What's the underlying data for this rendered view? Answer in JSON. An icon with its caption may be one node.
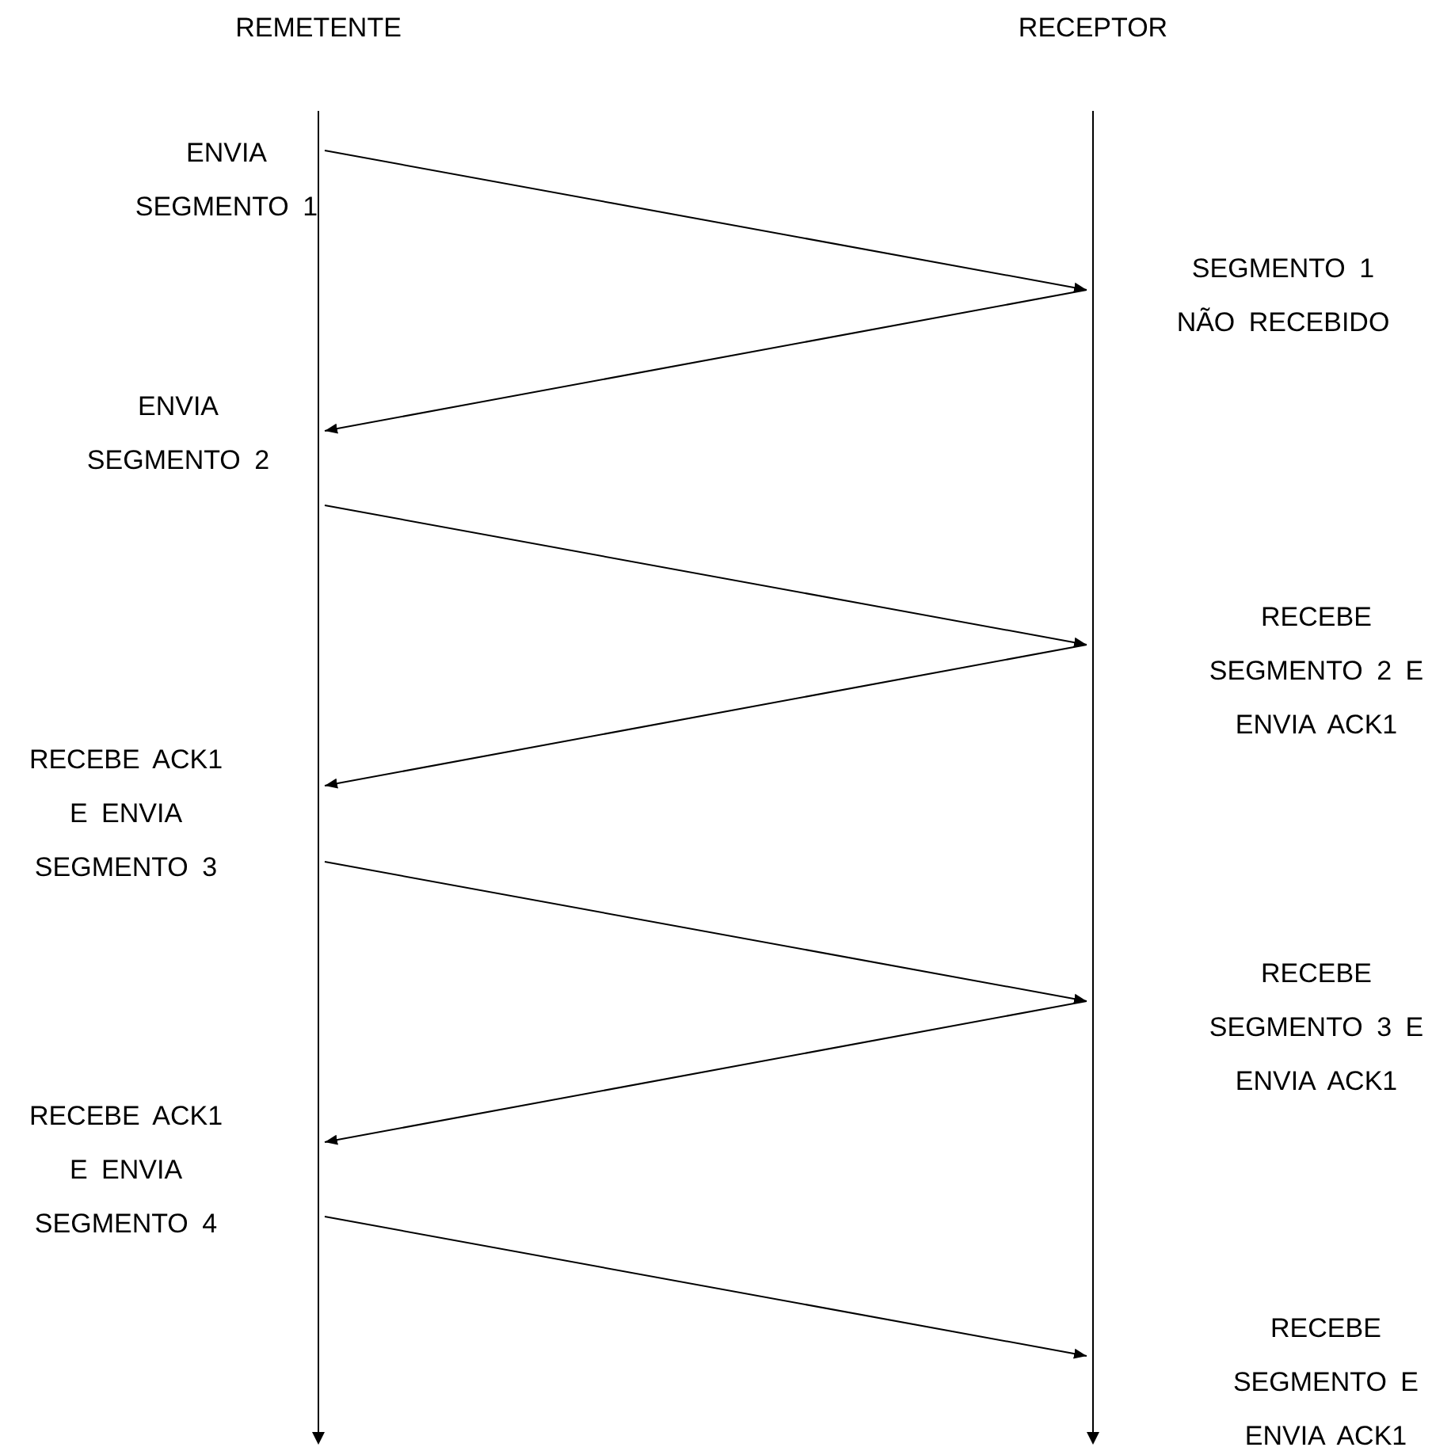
{
  "diagram": {
    "nodes": [
      {
        "text": [
          "REMETENTE"
        ]
      },
      {
        "text": [
          "RECEPTOR"
        ]
      }
    ],
    "edges": [
      {
        "from": 0,
        "to": 1,
        "arrow": "to"
      },
      {
        "from": 1,
        "to": 0,
        "arrow": "to"
      },
      {
        "from": 0,
        "to": 1,
        "arrow": "to"
      },
      {
        "from": 1,
        "to": 0,
        "arrow": "to"
      },
      {
        "from": 0,
        "to": 1,
        "arrow": "to"
      },
      {
        "from": 1,
        "to": 0,
        "arrow": "to"
      },
      {
        "from": 0,
        "to": 1,
        "arrow": "to"
      }
    ],
    "labels": [
      "ENVIA SEGMENTO 1",
      "SEGMENTO 1 NÃO RECEBIDO",
      "ENVIA SEGMENTO 2",
      "RECEBE SEGMENTO 2 E ENVIA ACK1",
      "RECEBE ACK1 E ENVIA SEGMENTO 3",
      "RECEBE SEGMENTO 3 E ENVIA ACK1",
      "RECEBE ACK1 E ENVIA SEGMENTO 4",
      "RECEBE SEGMENTO E ENVIA ACK1"
    ]
  }
}
